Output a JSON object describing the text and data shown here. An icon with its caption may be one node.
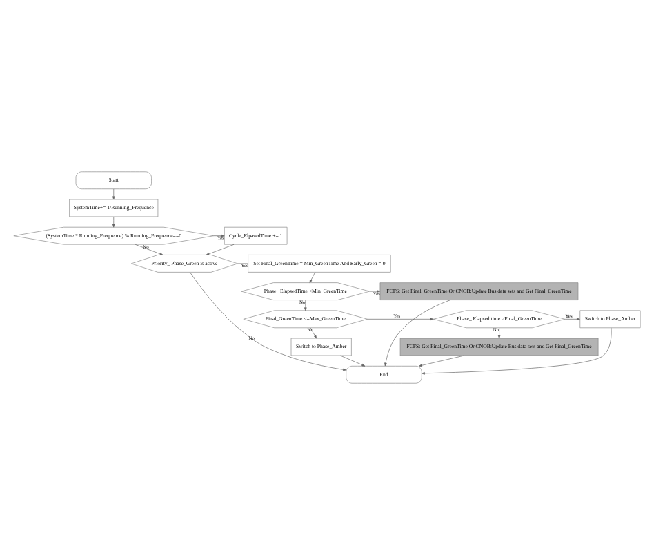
{
  "diagram": {
    "nodes": [
      {
        "text": [
          "Start"
        ]
      },
      {
        "text": [
          "SystemTime+= 1/Running_Frequence"
        ]
      },
      {
        "text": [
          "(SystemTime * Running_Frequence) % Running_Frequence==0"
        ]
      },
      {
        "text": [
          "Cycle_ElpasedTime += 1"
        ]
      },
      {
        "text": [
          "Priority_ Phase_Green is active"
        ]
      },
      {
        "text": [
          "Set Final_GreenTime = Min_GreenTime And Early_Green = 0"
        ]
      },
      {
        "text": [
          "Phase_ ElapsedTime <Min_GreenTime"
        ]
      },
      {
        "text": [
          "FCFS: Get Final_GreenTime Or CNOB:Update Bus data sets and Get Final_GreenTime"
        ]
      },
      {
        "text": [
          "Final_GreenTime <=Max_GreenTime"
        ]
      },
      {
        "text": [
          "Phase_ Elapsed time >Final_GreenTime"
        ]
      },
      {
        "text": [
          "Switch to Phase_Amber"
        ]
      },
      {
        "text": [
          "FCFS: Get Final_GreenTime Or CNOB:Update Bus data sets and Get Final_GreenTime"
        ]
      },
      {
        "text": [
          "Switch to Phase_Amber"
        ]
      },
      {
        "text": [
          "End"
        ]
      }
    ],
    "edges": [
      {
        "from": 0,
        "to": 1,
        "arrow": "to"
      },
      {
        "from": 1,
        "to": 2,
        "arrow": "to"
      },
      {
        "from": 2,
        "to": 3,
        "arrow": "to",
        "label": "Yes"
      },
      {
        "from": 2,
        "to": 4,
        "arrow": "to",
        "label": "No"
      },
      {
        "from": 3,
        "to": 4,
        "arrow": "to"
      },
      {
        "from": 4,
        "to": 5,
        "arrow": "none",
        "label": "Yes"
      },
      {
        "from": 4,
        "to": 13,
        "arrow": "to",
        "label": "No"
      },
      {
        "from": 5,
        "to": 6,
        "arrow": "to"
      },
      {
        "from": 6,
        "to": 7,
        "arrow": "to",
        "label": "Yes"
      },
      {
        "from": 6,
        "to": 8,
        "arrow": "to",
        "label": "No"
      },
      {
        "from": 8,
        "to": 9,
        "arrow": "to",
        "label": "Yes"
      },
      {
        "from": 8,
        "to": 12,
        "arrow": "to",
        "label": "No"
      },
      {
        "from": 9,
        "to": 10,
        "arrow": "to",
        "label": "Yes"
      },
      {
        "from": 9,
        "to": 11,
        "arrow": "to",
        "label": "No"
      },
      {
        "from": 7,
        "to": 13,
        "arrow": "to"
      },
      {
        "from": 10,
        "to": 13,
        "arrow": "to"
      },
      {
        "from": 11,
        "to": 13,
        "arrow": "to"
      },
      {
        "from": 12,
        "to": 13,
        "arrow": "to"
      }
    ]
  }
}
